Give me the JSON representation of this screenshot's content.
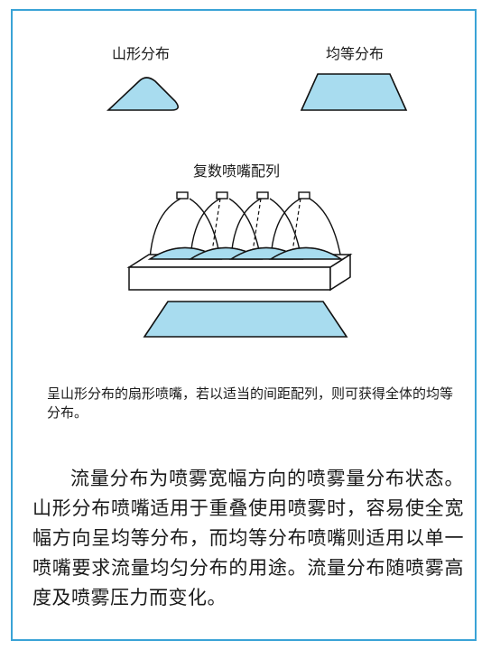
{
  "diagram": {
    "label_mountain": "山形分布",
    "label_uniform": "均等分布",
    "label_array": "复数喷嘴配列",
    "caption": "呈山形分布的扇形喷嘴，若以适当的间距配列，则可获得全体的均等分布。",
    "colors": {
      "spray_fill": "#a8dcef",
      "frame_border": "#3aa3d6",
      "stroke": "#111111"
    }
  },
  "body_text": "流量分布为喷雾宽幅方向的喷雾量分布状态。山形分布喷嘴适用于重叠使用喷雾时，容易使全宽幅方向呈均等分布，而均等分布喷嘴则适用以单一喷嘴要求流量均匀分布的用途。流量分布随喷雾高度及喷雾压力而变化。"
}
